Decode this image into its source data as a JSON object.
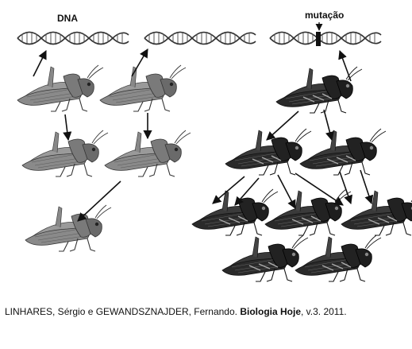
{
  "labels": {
    "dna": "DNA",
    "mutation": "mutação"
  },
  "caption": {
    "authors": "LINHARES, Sérgio e GEWANDSZNAJDER, Fernando. ",
    "title": "Biologia Hoje",
    "rest": ", v.3. 2011."
  },
  "colors": {
    "normal_body": "#8a8a8a",
    "normal_dark": "#4a4a4a",
    "mutant_body": "#2a2a2a",
    "mutant_highlight": "#6a6a6a",
    "arrow": "#111111"
  },
  "icons": {
    "dna_helix": "dna-helix-icon",
    "grasshopper": "grasshopper-icon"
  }
}
